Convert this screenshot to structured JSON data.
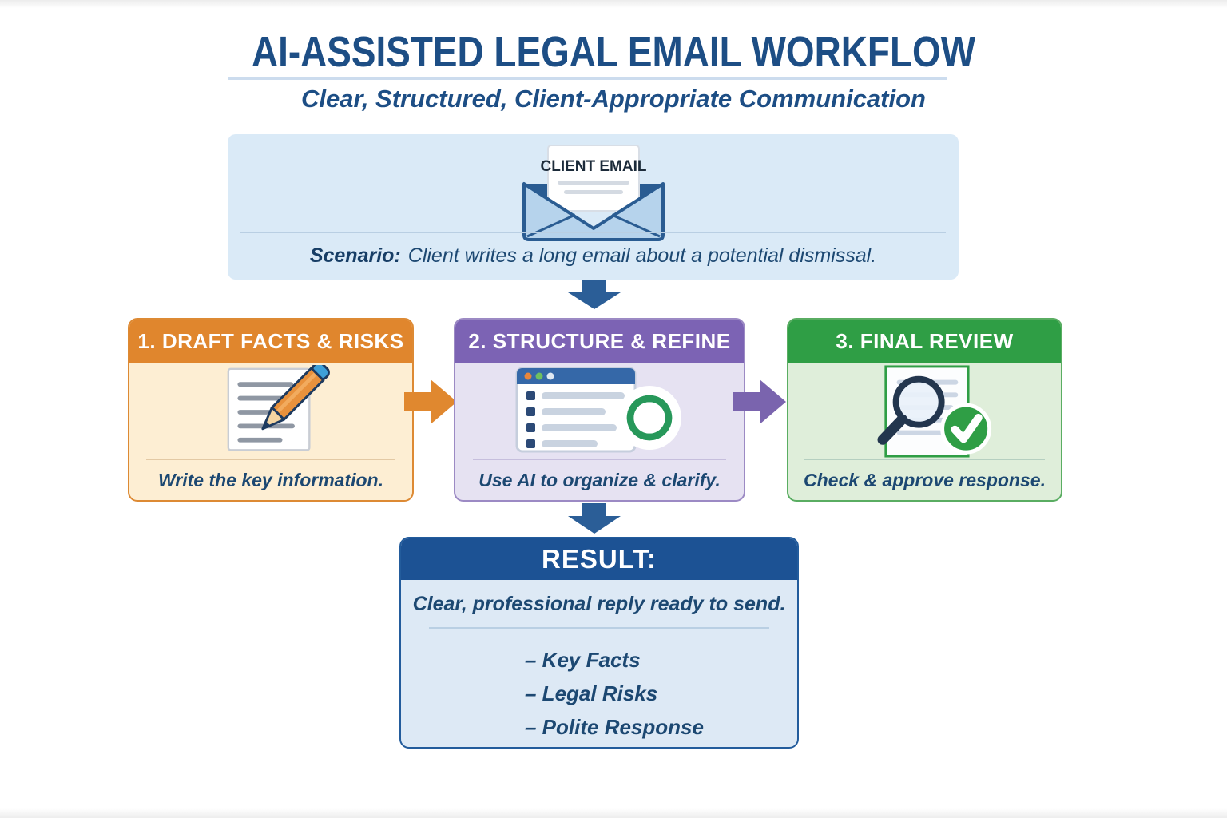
{
  "header": {
    "title": "AI-ASSISTED LEGAL EMAIL WORKFLOW",
    "subtitle": "Clear, Structured, Client-Appropriate Communication",
    "title_color": "#1d4e85"
  },
  "scenario": {
    "envelope_label": "CLIENT EMAIL",
    "label_bold": "Scenario:",
    "text": "Client writes a long email about a potential dismissal.",
    "bg_color": "#daeaf7",
    "icon": "envelope-icon"
  },
  "steps": [
    {
      "title": "1. DRAFT FACTS & RISKS",
      "caption": "Write the key information.",
      "header_color": "#e0862d",
      "body_color": "#fdeed3",
      "icon": "note-pencil-icon"
    },
    {
      "title": "2. STRUCTURE & REFINE",
      "caption": "Use AI to organize & clarify.",
      "header_color": "#7c63b4",
      "body_color": "#e6e2f2",
      "icon": "browser-ai-icon"
    },
    {
      "title": "3. FINAL REVIEW",
      "caption": "Check & approve response.",
      "header_color": "#2f9e45",
      "body_color": "#dfeeda",
      "icon": "magnifier-check-icon"
    }
  ],
  "result": {
    "title": "RESULT:",
    "summary": "Clear, professional reply ready to send.",
    "items": [
      "– Key Facts",
      "– Legal Risks",
      "– Polite Response"
    ],
    "header_color": "#1c5294",
    "body_color": "#dde9f5"
  },
  "arrows": {
    "down_color": "#2b5e97",
    "step1_to_step2_color": "#e0882f",
    "step2_to_step3_color": "#7a64ae"
  }
}
